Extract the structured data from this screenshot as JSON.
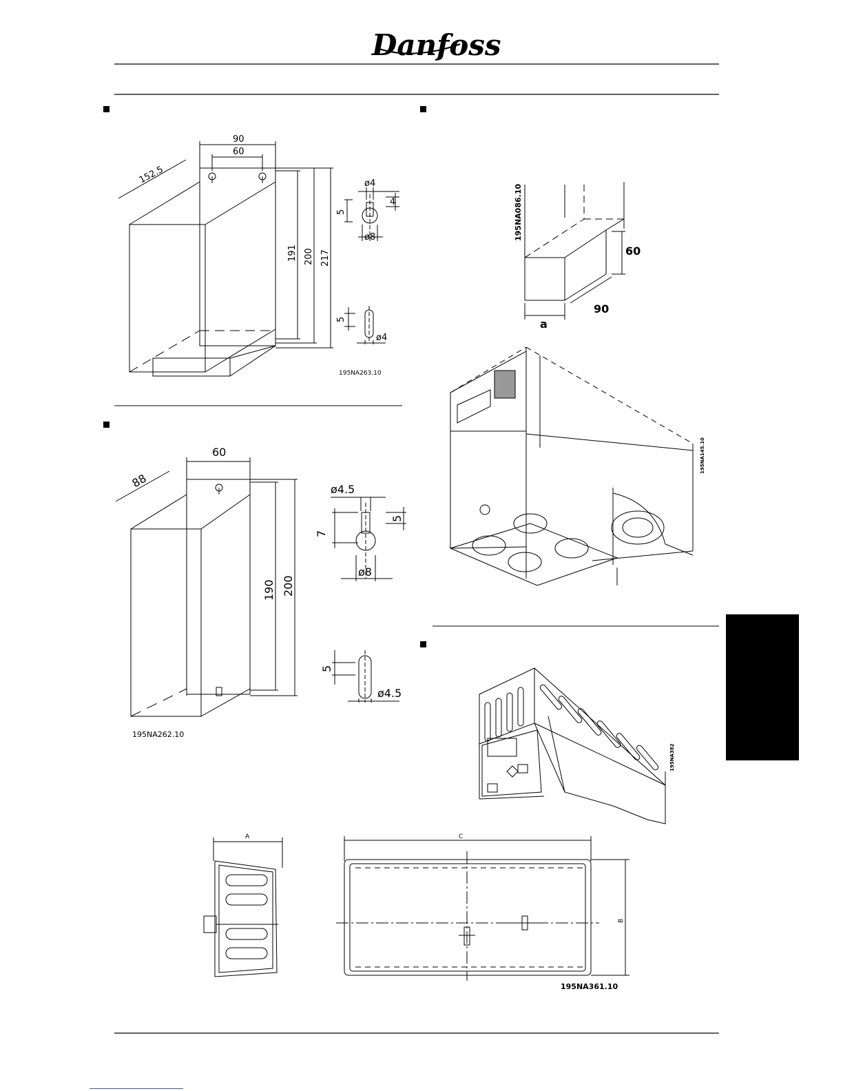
{
  "header": {
    "logo_text": "Danfoss"
  },
  "fig1": {
    "dims": {
      "w90": "90",
      "w60": "60",
      "d152": "152.5",
      "h191": "191",
      "h200": "200",
      "h217": "217",
      "k_d4": "ø4",
      "k_4": "4",
      "k_5": "5",
      "k_d8": "ø8",
      "s_5": "5",
      "s_d4": "ø4"
    },
    "code": "195NA263.10"
  },
  "fig2": {
    "dims": {
      "w60": "60",
      "d88": "88",
      "h190": "190",
      "h200": "200",
      "k_d45": "ø4.5",
      "k_5": "5",
      "k_7": "7",
      "k_d8": "ø8",
      "s_5": "5",
      "s_d45": "ø4.5"
    },
    "code": "195NA262.10"
  },
  "fig3": {
    "dims": {
      "h60": "60",
      "w90": "90",
      "a": "a"
    },
    "code": "195NA086.10"
  },
  "fig4": {
    "code": "195NA145.10"
  },
  "fig5": {
    "code": "195NA382"
  },
  "fig6": {
    "dims": {
      "A": "A",
      "C": "C",
      "B": "B"
    },
    "code": "195NA361.10"
  }
}
